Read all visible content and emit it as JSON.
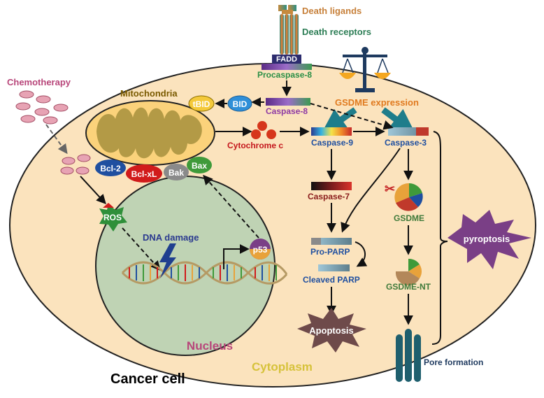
{
  "labels": {
    "death_ligands": "Death ligands",
    "death_receptors": "Death receptors",
    "fadd": "FADD",
    "procaspase8": "Procaspase-8",
    "caspase8": "Caspase-8",
    "gsdme_expression": "GSDME expression",
    "chemotherapy": "Chemotherapy",
    "mitochondria": "Mitochondria",
    "tbid": "tBID",
    "bid": "BID",
    "cytochrome_c": "Cytochrome c",
    "caspase9": "Caspase-9",
    "caspase3": "Caspase-3",
    "bcl2": "Bcl-2",
    "bclxl": "Bcl-xL",
    "bak": "Bak",
    "bax": "Bax",
    "ros": "ROS",
    "dna_damage": "DNA damage",
    "p53": "p53",
    "caspase7": "Caspase-7",
    "gsdme": "GSDME",
    "pyroptosis": "pyroptosis",
    "pro_parp": "Pro-PARP",
    "cleaved_parp": "Cleaved PARP",
    "gsdme_nt": "GSDME-NT",
    "apoptosis": "Apoptosis",
    "nucleus": "Nucleus",
    "pore_formation": "Pore formation",
    "cytoplasm": "Cytoplasm",
    "cancer_cell": "Cancer cell"
  },
  "colors": {
    "cell_fill": "#fbe3bd",
    "nucleus_fill": "#bfd3b4",
    "mito_outer": "#fbd27b",
    "mito_inner": "#b39a46",
    "starburst": "#7a3f86",
    "apoptosis": "#6e4a4a",
    "pill": "#e7a3b4",
    "text_red": "#d11b1b",
    "text_blue": "#1f4fa0",
    "text_pink": "#b8467a"
  }
}
